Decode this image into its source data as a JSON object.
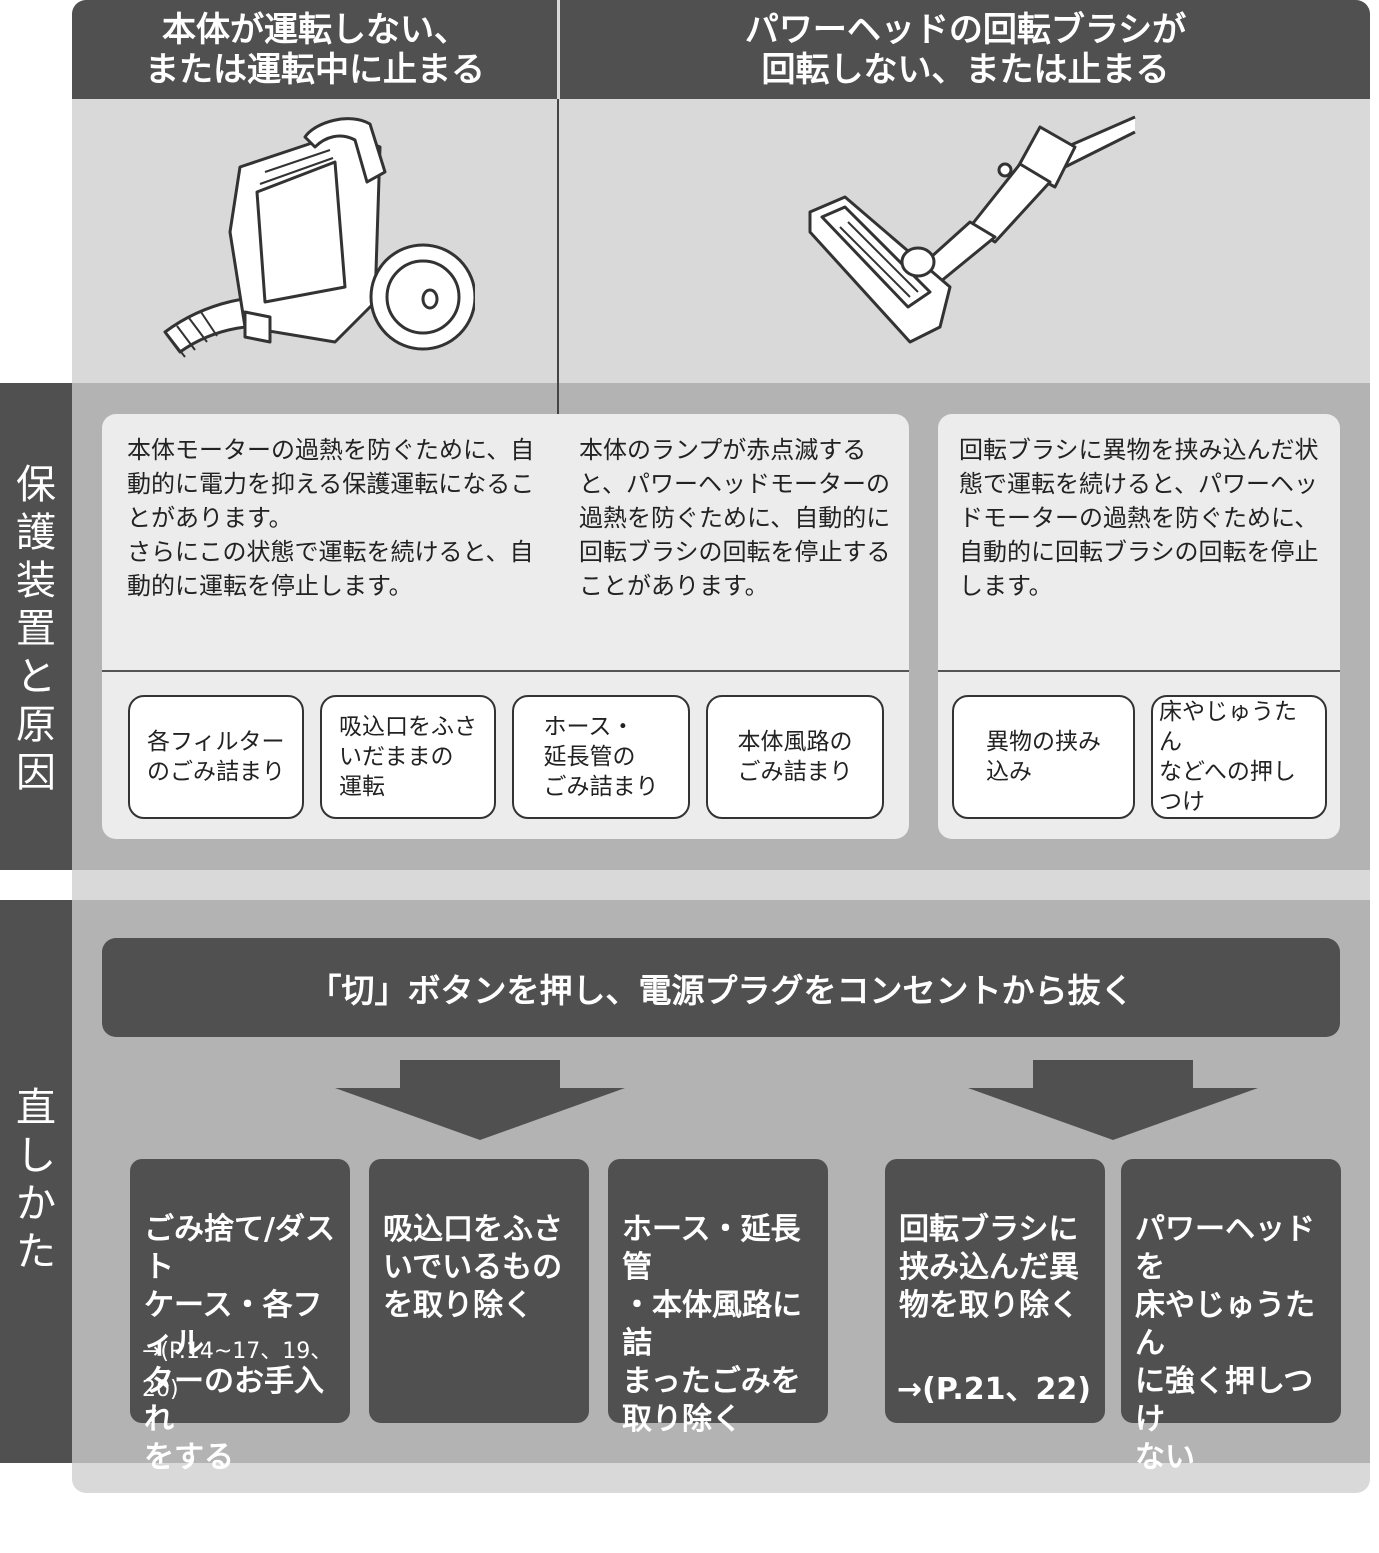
{
  "headers": {
    "left": "本体が運転しない、\nまたは運転中に止まる",
    "right": "パワーヘッドの回転ブラシが\n回転しない、または止まる"
  },
  "side_labels": {
    "causes": "保護装置と原因",
    "fixes": "直しかた"
  },
  "descriptions": {
    "left": "本体モーターの過熱を防ぐために、自動的に電力を抑える保護運転になることがあります。\nさらにこの状態で運転を続けると、自動的に運転を停止します。",
    "middle": "本体のランプが赤点滅すると、パワーヘッドモーターの過熱を防ぐために、自動的に回転ブラシの回転を停止することがあります。",
    "right": "回転ブラシに異物を挟み込んだ状態で運転を続けると、パワーヘッドモーターの過熱を防ぐために、自動的に回転ブラシの回転を停止します。"
  },
  "causes": [
    "各フィルター\nのごみ詰まり",
    "吸込口をふさ\nいだままの\n運転",
    "ホース・\n延長管の\nごみ詰まり",
    "本体風路の\nごみ詰まり",
    "異物の挟み\n込み",
    "床やじゅうたん\nなどへの押し\nつけ"
  ],
  "instruction": "「切」ボタンを押し、電源プラグをコンセントから抜く",
  "fixes": [
    {
      "text": "ごみ捨て/ダスト\nケース・各フィル\nターのお手入れ\nをする",
      "ref": "→(P.14~17、19、20)"
    },
    {
      "text": "吸込口をふさ\nいでいるもの\nを取り除く",
      "ref": ""
    },
    {
      "text": "ホース・延長管\n・本体風路に詰\nまったごみを\n取り除く",
      "ref": ""
    },
    {
      "text": "回転ブラシに\n挟み込んだ異\n物を取り除く",
      "ref": "→(P.21、22)"
    },
    {
      "text": "パワーヘッドを\n床やじゅうたん\nに強く押しつけ\nない",
      "ref": ""
    }
  ],
  "illustrations": {
    "left": "canister-vacuum-illustration",
    "right": "power-head-nozzle-illustration"
  },
  "colors": {
    "dark": "#505050",
    "light_gray": "#d9d9d9",
    "mid_gray": "#b3b3b3",
    "panel": "#ececec"
  }
}
